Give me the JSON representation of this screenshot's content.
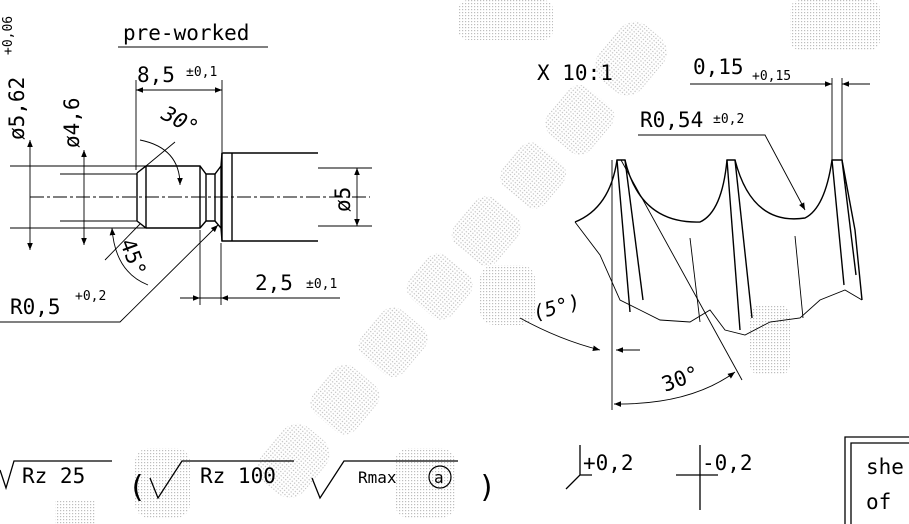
{
  "left_view": {
    "header": "pre-worked",
    "dim_length_top": "8,5",
    "tol_length_top": "±0,1",
    "dim_dia_outer": "ø5,62",
    "tol_dia_outer": "+0,06",
    "dim_dia_groove": "ø4,6",
    "angle_top": "30°",
    "dim_dia_shaft": "ø5",
    "angle_chamfer": "45°",
    "dim_radius": "R0,5",
    "tol_radius": "+0,2",
    "dim_length_bottom": "2,5",
    "tol_length_bottom": "±0,1"
  },
  "detail_view": {
    "scale": "X 10:1",
    "dim_offset": "0,15",
    "tol_offset": "+0,15",
    "dim_radius": "R0,54",
    "tol_radius": "±0,2",
    "angle_small": "(5°)",
    "angle_flank": "30°"
  },
  "surface_finish": {
    "main": "Rz 25",
    "alt_1": "Rz 100",
    "alt_2": "Rmax",
    "alt_2_circle": "a",
    "paren_open": "(",
    "paren_close": ")"
  },
  "tolerance_symbols": {
    "plus": "+0,2",
    "minus": "-0,2"
  },
  "title_block": {
    "line1": "she",
    "line2": "of"
  },
  "colors": {
    "line": "#000000",
    "watermark": "#c8c8c8"
  }
}
